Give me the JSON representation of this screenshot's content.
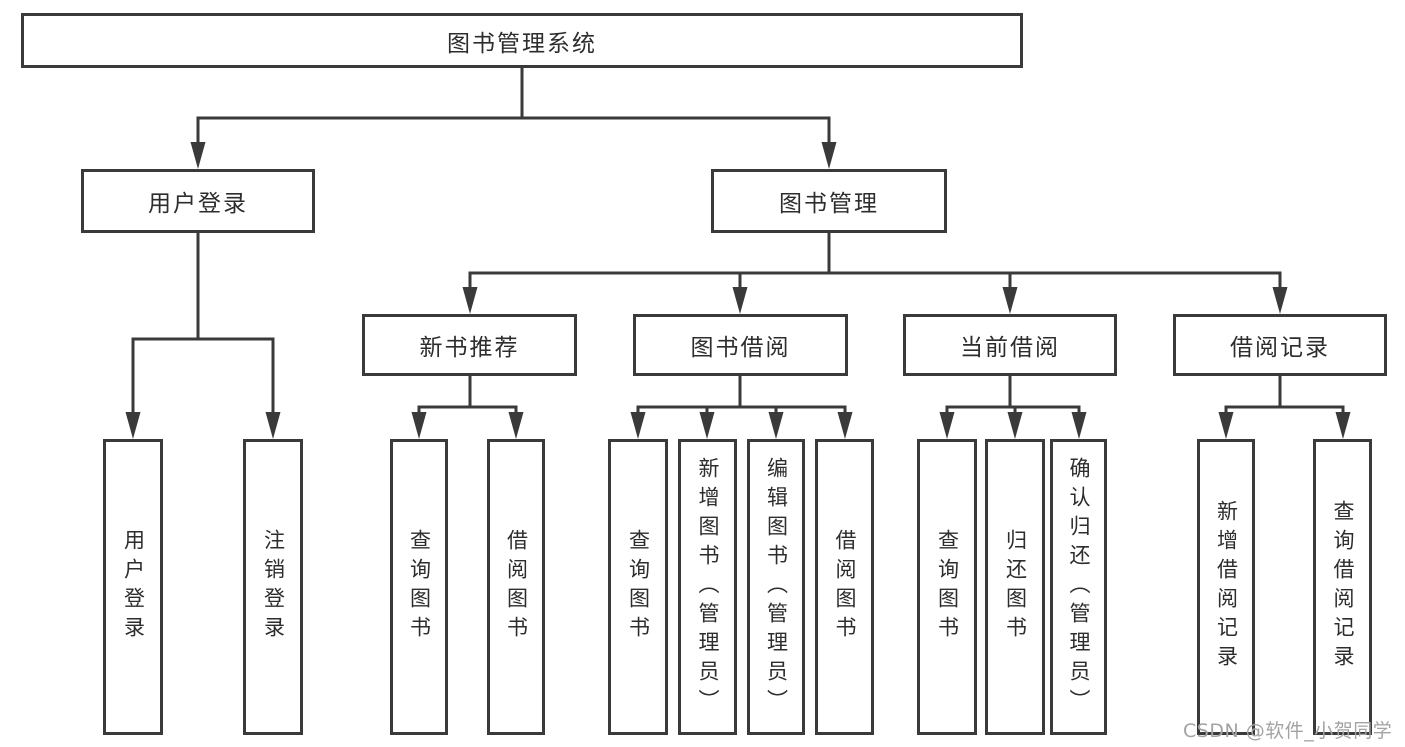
{
  "diagram": {
    "title": "图书管理系统",
    "colors": {
      "line": "#3a3a3a",
      "box_border": "#3a3a3a",
      "box_background": "#ffffff",
      "text": "#2d2d2d",
      "watermark": "#a3a3a3"
    },
    "nodes": {
      "root": "图书管理系统",
      "user_login": "用户登录",
      "book_management": "图书管理",
      "new_book_recommend": "新书推荐",
      "book_borrowing": "图书借阅",
      "current_borrowing": "当前借阅",
      "borrowing_records": "借阅记录",
      "user_login_leaf": "用户登录",
      "logout_leaf": "注销登录",
      "nbr_query_books": "查询图书",
      "nbr_borrow_books": "借阅图书",
      "bb_query_books": "查询图书",
      "bb_add_books": "新增图书（管理员）",
      "bb_edit_books": "编辑图书（管理员）",
      "bb_borrow_books": "借阅图书",
      "cb_query_books": "查询图书",
      "cb_return_books": "归还图书",
      "cb_confirm_return": "确认归还（管理员）",
      "br_add_record": "新增借阅记录",
      "br_query_record": "查询借阅记录"
    },
    "watermark": "CSDN @软件_小贺同学"
  }
}
